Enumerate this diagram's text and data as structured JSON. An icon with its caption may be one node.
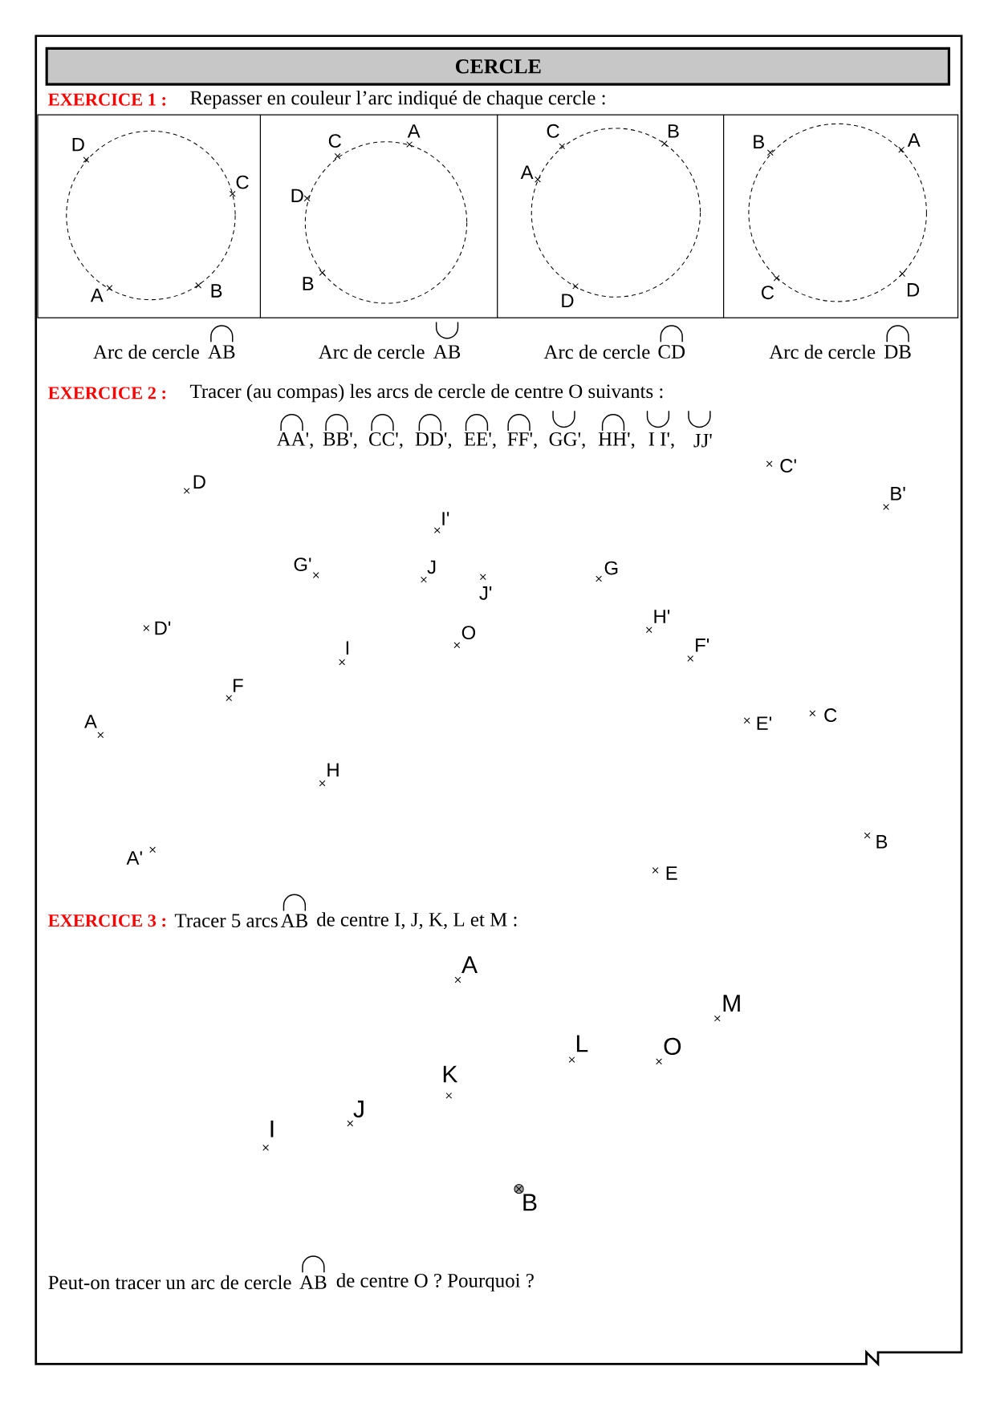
{
  "diagram": {
    "title": "CERCLE",
    "labels": [
      "EXERCICE 1 :",
      "Repasser en couleur l’arc indiqué de chaque cercle :",
      "D",
      "C",
      "A",
      "B",
      "C",
      "A",
      "D",
      "B",
      "C",
      "B",
      "A",
      "D",
      "B",
      "A",
      "C",
      "D",
      "Arc de cercle",
      "AB",
      "Arc de cercle",
      "AB",
      "Arc de cercle",
      "CD",
      "Arc de cercle",
      "DB",
      "EXERCICE 2 :",
      "Tracer (au compas) les arcs de cercle de centre O suivants :",
      "AA',",
      "BB',",
      "CC',",
      "DD',",
      "EE',",
      "FF',",
      "GG',",
      "HH',",
      "I I',",
      "JJ'",
      "C'",
      "D",
      "B'",
      "I'",
      "G'",
      "J",
      "J'",
      "G",
      "H'",
      "D'",
      "O",
      "I",
      "F'",
      "F",
      "A",
      "E'",
      "C",
      "H",
      "A'",
      "B",
      "E",
      "EXERCICE 3 :",
      "Tracer 5 arcs",
      "AB",
      "de centre I, J, K, L et M :",
      "A",
      "M",
      "L",
      "O",
      "K",
      "J",
      "I",
      "B",
      "Peut-on tracer un arc de cercle",
      "AB",
      "de centre O ? Pourquoi ?"
    ]
  }
}
